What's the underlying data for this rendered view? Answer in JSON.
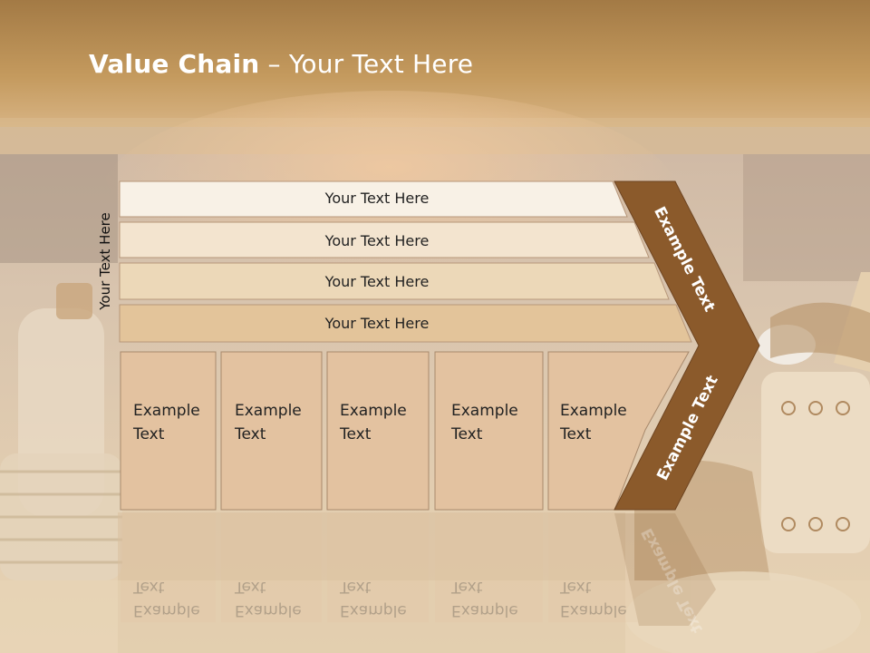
{
  "title": {
    "bold": "Value Chain",
    "rest": " – Your Text Here"
  },
  "vertical_label": "Your Text Here",
  "rows": [
    {
      "label": "Your Text Here"
    },
    {
      "label": "Your Text Here"
    },
    {
      "label": "Your Text Here"
    },
    {
      "label": "Your Text Here"
    }
  ],
  "boxes": [
    {
      "line1": "Example",
      "line2": "Text"
    },
    {
      "line1": "Example",
      "line2": "Text"
    },
    {
      "line1": "Example",
      "line2": "Text"
    },
    {
      "line1": "Example",
      "line2": "Text"
    },
    {
      "line1": "Example",
      "line2": "Text"
    }
  ],
  "chevron": {
    "upper_label": "Example Text",
    "lower_label": "Example Text"
  },
  "colors": {
    "chevron": "#8b5a2b",
    "row1": "#f8f1e6",
    "row2": "#f3e4cf",
    "row3": "#ecd8b8",
    "row4": "#e3c49a",
    "box": "#e3c2a0"
  }
}
